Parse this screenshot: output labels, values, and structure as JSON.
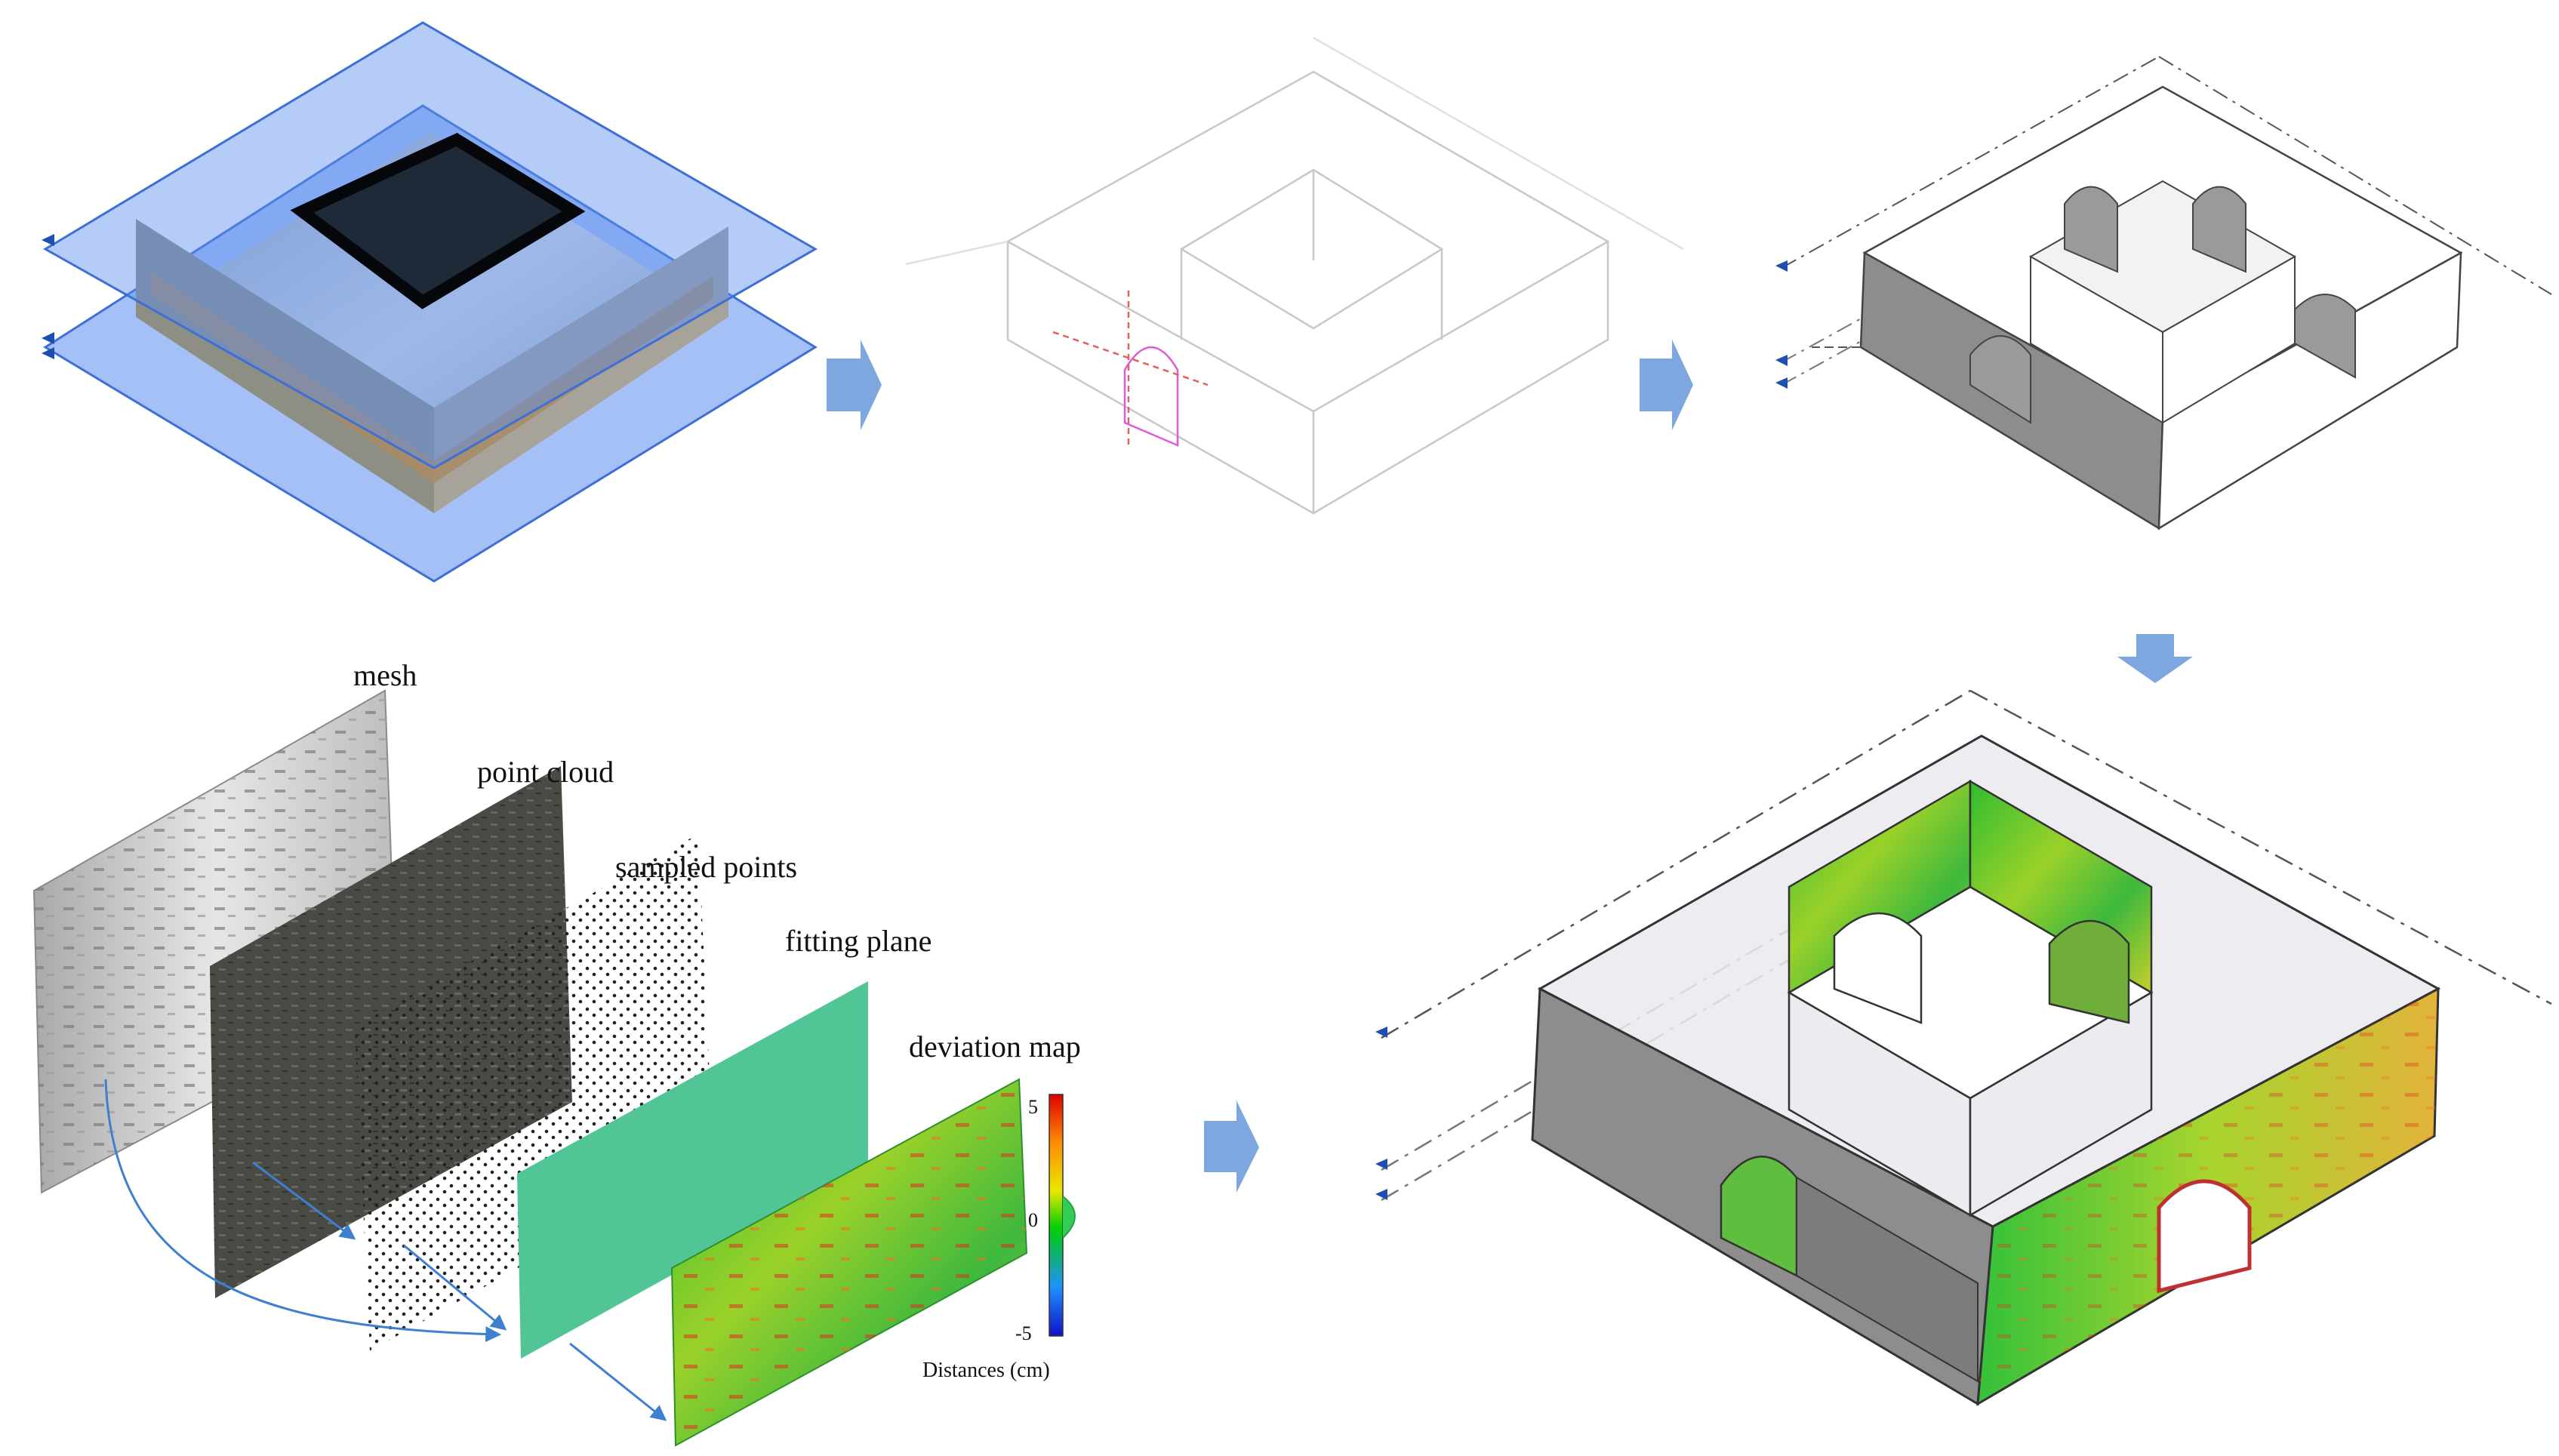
{
  "labels": {
    "mesh": "mesh",
    "point_cloud": "point cloud",
    "sampled_points": "sampled points",
    "fitting_plane": "fitting plane",
    "deviation_map": "deviation map"
  },
  "colorbar": {
    "max": "5",
    "mid": "0",
    "min": "-5",
    "caption": "Distances (cm)",
    "colors": [
      "#1010c8",
      "#1e90ff",
      "#00d000",
      "#e8e800",
      "#ff8c00",
      "#e00000"
    ]
  },
  "colors": {
    "arrow": "#7ea6df",
    "level_plane": "#5b8def",
    "fitting_plane": "#52c596",
    "model_gray": "#8d8d8d",
    "mesh_gray": "#c9c9c9",
    "point_cloud": "#4a4a44"
  },
  "icons": [
    "level-marker-icon",
    "down-arrow-icon",
    "right-arrow-icon"
  ]
}
